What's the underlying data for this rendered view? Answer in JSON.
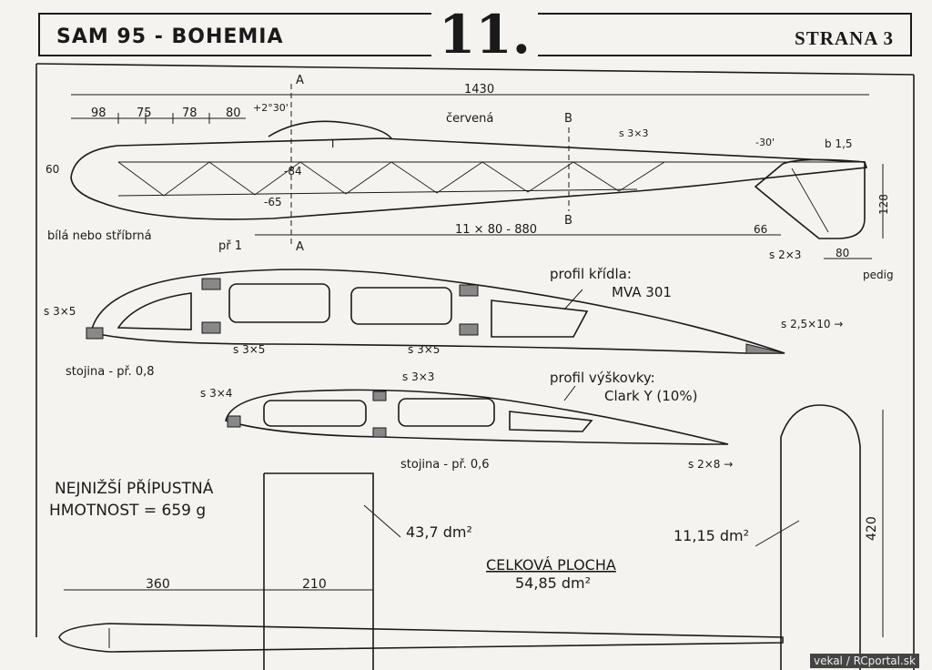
{
  "header": {
    "title": "SAM  95 - BOHEMIA",
    "number": "11.",
    "page": "STRANA  3"
  },
  "fuselage": {
    "dim_total": "1430",
    "dim_98": "98",
    "dim_75": "75",
    "dim_78": "78",
    "dim_80": "80",
    "angle": "+2°30'",
    "section_a": "A",
    "section_b": "B",
    "color_label": "červená",
    "s3x3": "s 3×3",
    "angle_tail": "-30'",
    "b15": "b 1,5",
    "dim_60": "60",
    "dim_84": "-84",
    "dim_65": "-65",
    "t_label": "T",
    "white_label": "bílá nebo stříbrná",
    "pr1": "př 1",
    "spacing": "11 × 80 - 880",
    "dim_66": "66",
    "dim_128": "128",
    "s2x3": "s 2×3",
    "dim_80b": "80",
    "pedig": "pedig"
  },
  "wing_profile": {
    "title": "profil křídla:",
    "name": "MVA 301",
    "s3x5a": "s 3×5",
    "s3x5b": "s 3×5",
    "s3x5c": "s 3×5",
    "s25x10": "s 2,5×10 →",
    "stojina": "stojina - př. 0,8"
  },
  "stab_profile": {
    "title": "profil výškovky:",
    "name": "Clark Y (10%)",
    "s3x4": "s 3×4",
    "s3x3": "s 3×3",
    "s2x8": "s 2×8 →",
    "stojina": "stojina - př. 0,6"
  },
  "weight": {
    "line1": "NEJNIŽŠÍ  PŘÍPUSTNÁ",
    "line2": "HMOTNOST = 659 g"
  },
  "areas": {
    "wing": "43,7 dm²",
    "fin": "11,15 dm²",
    "total_label": "CELKOVÁ  PLOCHA",
    "total": "54,85 dm²",
    "fin_h": "420",
    "dim_360": "360",
    "dim_210": "210"
  },
  "watermark": "vekal / RCportal.sk"
}
